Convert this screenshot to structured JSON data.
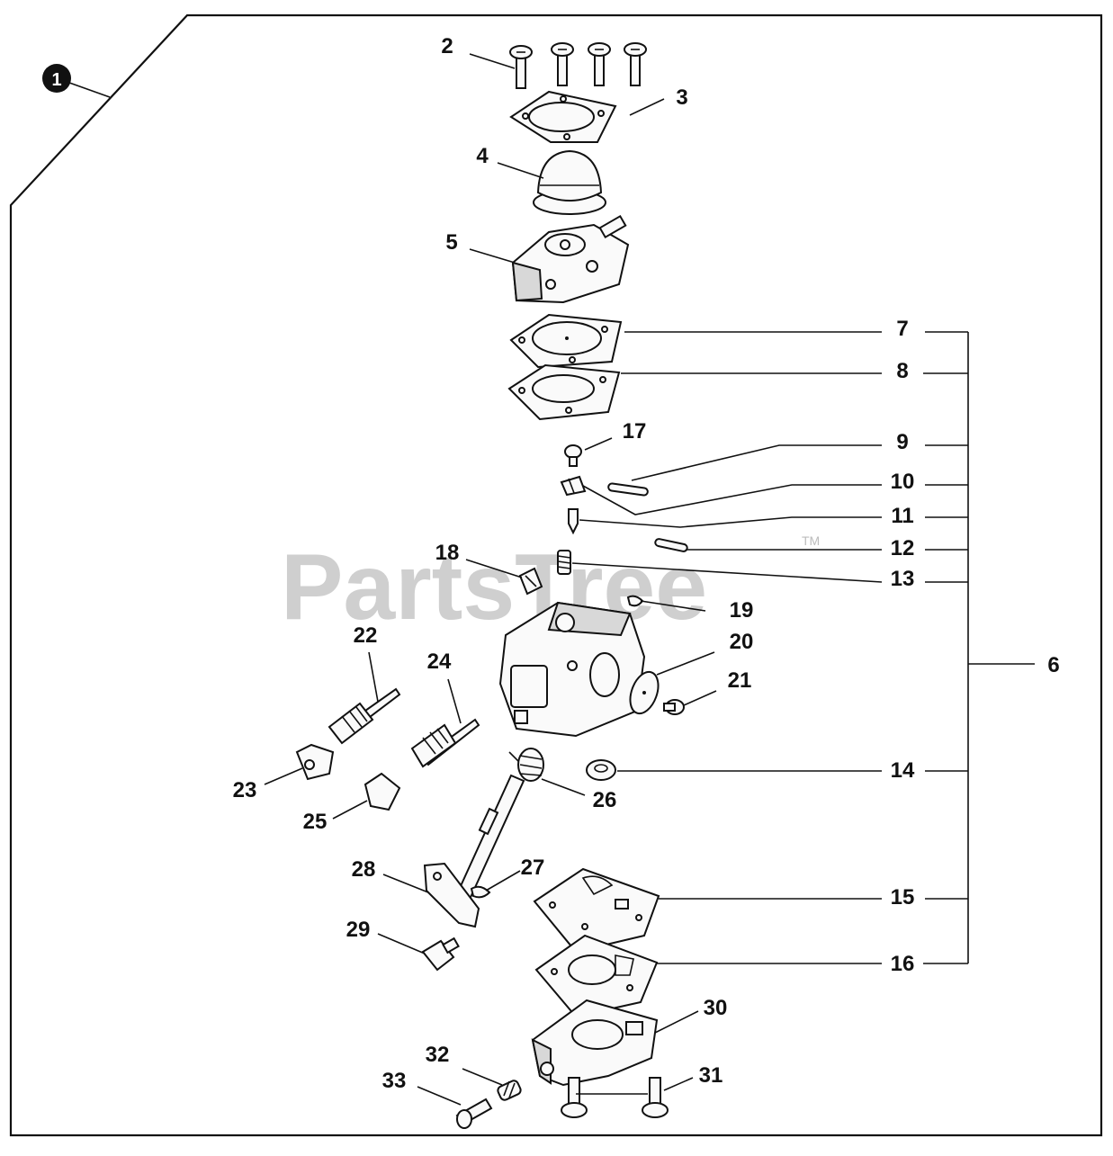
{
  "watermark": {
    "text": "PartsTree",
    "trademark": "TM"
  },
  "assembly_badge": "1",
  "part_labels": {
    "p2": "2",
    "p3": "3",
    "p4": "4",
    "p5": "5",
    "p6": "6",
    "p7": "7",
    "p8": "8",
    "p9": "9",
    "p10": "10",
    "p11": "11",
    "p12": "12",
    "p13": "13",
    "p14": "14",
    "p15": "15",
    "p16": "16",
    "p17": "17",
    "p18": "18",
    "p19": "19",
    "p20": "20",
    "p21": "21",
    "p22": "22",
    "p23": "23",
    "p24": "24",
    "p25": "25",
    "p26": "26",
    "p27": "27",
    "p28": "28",
    "p29": "29",
    "p30": "30",
    "p31": "31",
    "p32": "32",
    "p33": "33"
  },
  "colors": {
    "line": "#111111",
    "watermark": "#cfcfcf",
    "background": "#ffffff"
  }
}
